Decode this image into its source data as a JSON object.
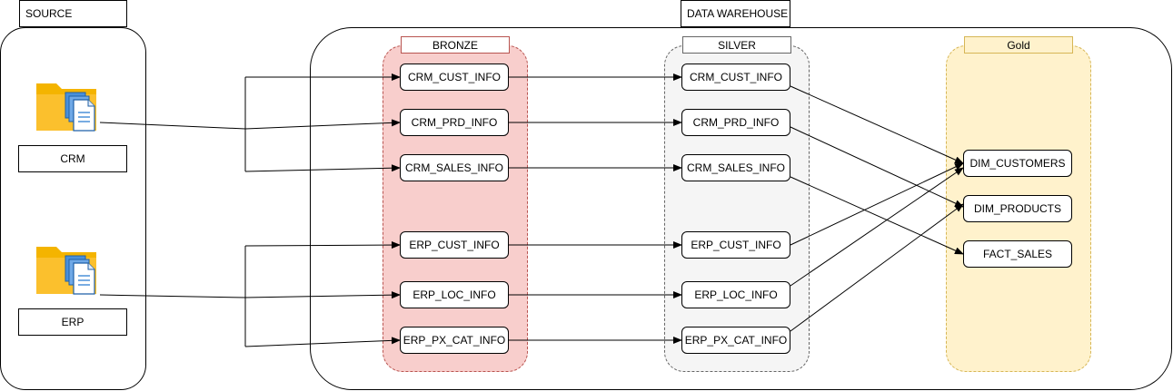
{
  "source": {
    "title": "SOURCE",
    "systems": [
      {
        "label": "CRM",
        "icon": "folder-documents-icon"
      },
      {
        "label": "ERP",
        "icon": "folder-documents-icon"
      }
    ]
  },
  "warehouse": {
    "title": "DATA WAREHOUSE",
    "bronze": {
      "title": "BRONZE",
      "color": "#f8cecc",
      "tables": [
        "CRM_CUST_INFO",
        "CRM_PRD_INFO",
        "CRM_SALES_INFO",
        "ERP_CUST_INFO",
        "ERP_LOC_INFO",
        "ERP_PX_CAT_INFO"
      ]
    },
    "silver": {
      "title": "SILVER",
      "color": "#f5f5f5",
      "tables": [
        "CRM_CUST_INFO",
        "CRM_PRD_INFO",
        "CRM_SALES_INFO",
        "ERP_CUST_INFO",
        "ERP_LOC_INFO",
        "ERP_PX_CAT_INFO"
      ]
    },
    "gold": {
      "title": "Gold",
      "color": "#fff2cc",
      "tables": [
        "DIM_CUSTOMERS",
        "DIM_PRODUCTS",
        "FACT_SALES"
      ]
    }
  }
}
